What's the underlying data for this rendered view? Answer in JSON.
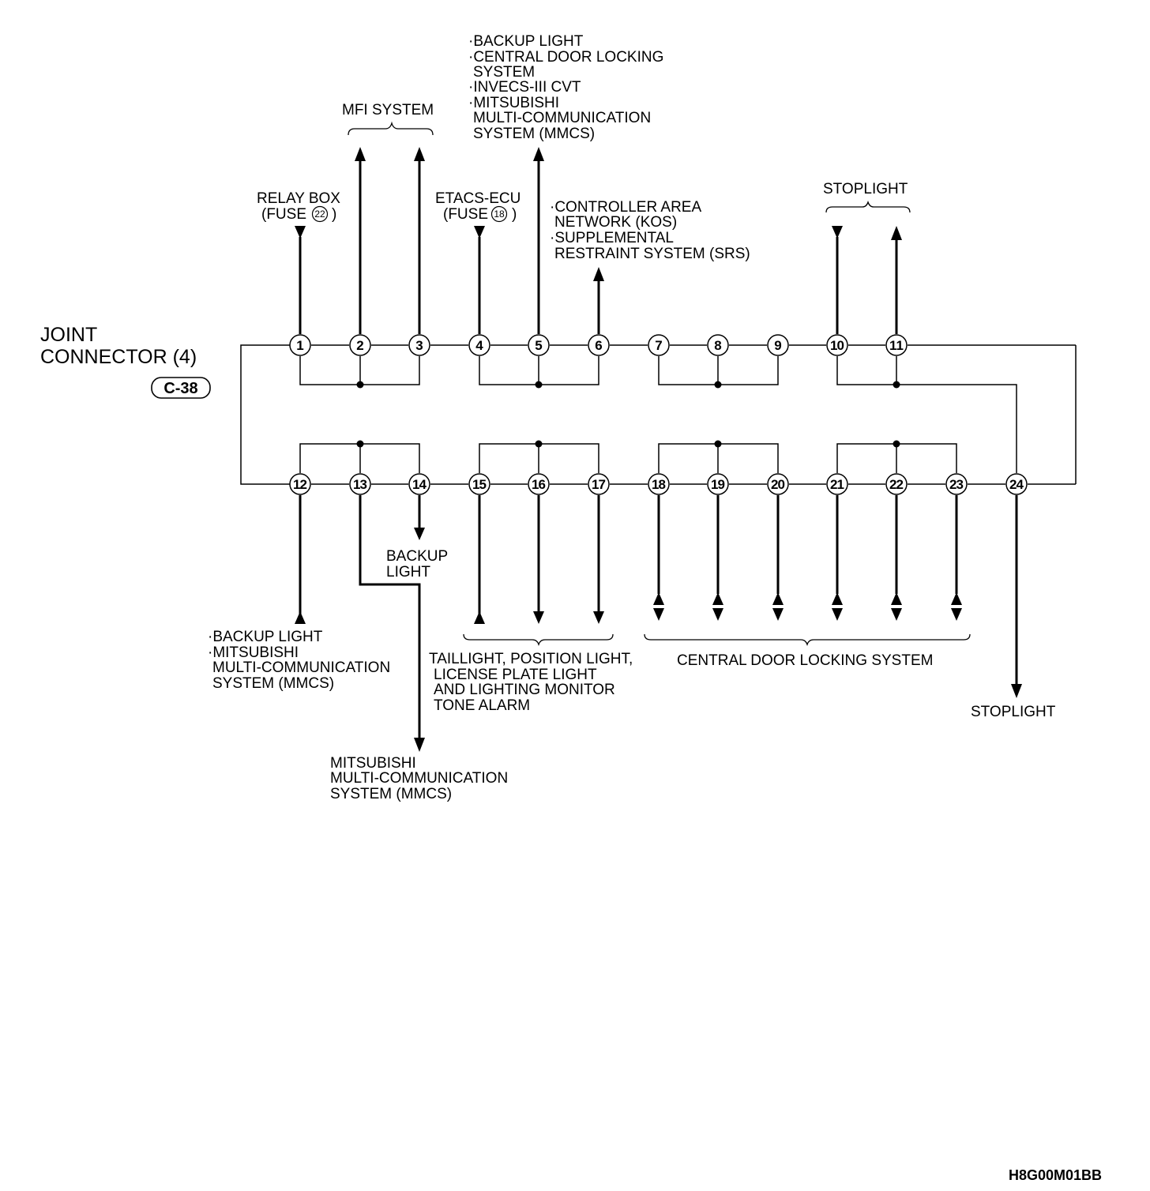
{
  "connector": {
    "title_line1": "JOINT",
    "title_line2": "CONNECTOR (4)",
    "code": "C-38"
  },
  "pins": [
    "1",
    "2",
    "3",
    "4",
    "5",
    "6",
    "7",
    "8",
    "9",
    "10",
    "11",
    "12",
    "13",
    "14",
    "15",
    "16",
    "17",
    "18",
    "19",
    "20",
    "21",
    "22",
    "23",
    "24"
  ],
  "labels": {
    "relay_box": {
      "line1": "RELAY BOX",
      "line2_pre": "(FUSE ",
      "fuse": "22",
      "line2_post": ")"
    },
    "mfi_system": "MFI SYSTEM",
    "etacs_ecu": {
      "line1": "ETACS-ECU",
      "line2_pre": "(FUSE ",
      "fuse": "18",
      "line2_post": ")"
    },
    "pin5_lines": [
      "·BACKUP LIGHT",
      "·CENTRAL DOOR LOCKING",
      "SYSTEM",
      "·INVECS-III CVT",
      "·MITSUBISHI",
      "MULTI-COMMUNICATION",
      "SYSTEM (MMCS)"
    ],
    "pin6_lines": [
      "·CONTROLLER AREA",
      "NETWORK (KOS)",
      "·SUPPLEMENTAL",
      "RESTRAINT SYSTEM (SRS)"
    ],
    "stoplight_top": "STOPLIGHT",
    "backup_light_14": [
      "BACKUP",
      "LIGHT"
    ],
    "pin12_lines": [
      "·BACKUP LIGHT",
      "·MITSUBISHI",
      "MULTI-COMMUNICATION",
      "SYSTEM (MMCS)"
    ],
    "pin13_lines": [
      "MITSUBISHI",
      "MULTI-COMMUNICATION",
      "SYSTEM (MMCS)"
    ],
    "taillight_lines": [
      "TAILLIGHT, POSITION LIGHT,",
      "LICENSE PLATE LIGHT",
      "AND LIGHTING MONITOR",
      "TONE ALARM"
    ],
    "central_door_locking": "CENTRAL DOOR LOCKING SYSTEM",
    "stoplight_bottom": "STOPLIGHT"
  },
  "figure_code": "H8G00M01BB"
}
